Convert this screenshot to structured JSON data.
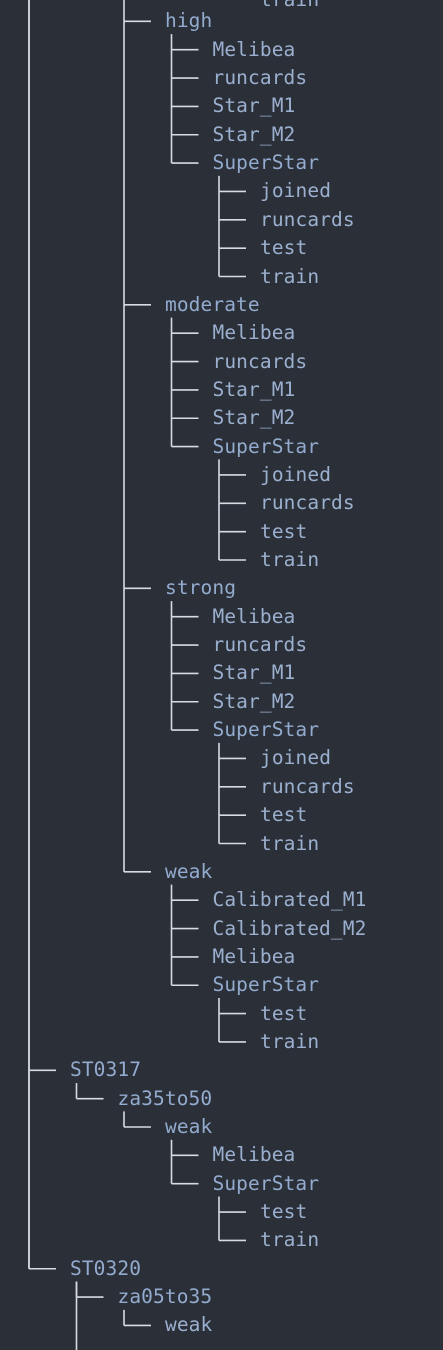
{
  "theme": {
    "background": "#2b2f38",
    "line_color": "#d7dbe2",
    "text_color": "#9bb0cf"
  },
  "tree": {
    "nodes": [
      {
        "label": "train",
        "depth": 5,
        "clipped": true
      },
      {
        "label": "high",
        "depth": 3
      },
      {
        "label": "Melibea",
        "depth": 4
      },
      {
        "label": "runcards",
        "depth": 4
      },
      {
        "label": "Star_M1",
        "depth": 4
      },
      {
        "label": "Star_M2",
        "depth": 4
      },
      {
        "label": "SuperStar",
        "depth": 4,
        "last": true
      },
      {
        "label": "joined",
        "depth": 5
      },
      {
        "label": "runcards",
        "depth": 5
      },
      {
        "label": "test",
        "depth": 5
      },
      {
        "label": "train",
        "depth": 5,
        "last": true
      },
      {
        "label": "moderate",
        "depth": 3
      },
      {
        "label": "Melibea",
        "depth": 4
      },
      {
        "label": "runcards",
        "depth": 4
      },
      {
        "label": "Star_M1",
        "depth": 4
      },
      {
        "label": "Star_M2",
        "depth": 4
      },
      {
        "label": "SuperStar",
        "depth": 4,
        "last": true
      },
      {
        "label": "joined",
        "depth": 5
      },
      {
        "label": "runcards",
        "depth": 5
      },
      {
        "label": "test",
        "depth": 5
      },
      {
        "label": "train",
        "depth": 5,
        "last": true
      },
      {
        "label": "strong",
        "depth": 3
      },
      {
        "label": "Melibea",
        "depth": 4
      },
      {
        "label": "runcards",
        "depth": 4
      },
      {
        "label": "Star_M1",
        "depth": 4
      },
      {
        "label": "Star_M2",
        "depth": 4
      },
      {
        "label": "SuperStar",
        "depth": 4,
        "last": true
      },
      {
        "label": "joined",
        "depth": 5
      },
      {
        "label": "runcards",
        "depth": 5
      },
      {
        "label": "test",
        "depth": 5
      },
      {
        "label": "train",
        "depth": 5,
        "last": true
      },
      {
        "label": "weak",
        "depth": 3,
        "last": true
      },
      {
        "label": "Calibrated_M1",
        "depth": 4
      },
      {
        "label": "Calibrated_M2",
        "depth": 4
      },
      {
        "label": "Melibea",
        "depth": 4
      },
      {
        "label": "SuperStar",
        "depth": 4,
        "last": true
      },
      {
        "label": "test",
        "depth": 5
      },
      {
        "label": "train",
        "depth": 5,
        "last": true
      },
      {
        "label": "ST0317",
        "depth": 1
      },
      {
        "label": "za35to50",
        "depth": 2,
        "last": true
      },
      {
        "label": "weak",
        "depth": 3,
        "last": true
      },
      {
        "label": "Melibea",
        "depth": 4
      },
      {
        "label": "SuperStar",
        "depth": 4,
        "last": true
      },
      {
        "label": "test",
        "depth": 5
      },
      {
        "label": "train",
        "depth": 5,
        "last": true
      },
      {
        "label": "ST0320",
        "depth": 1,
        "last": true
      },
      {
        "label": "za05to35",
        "depth": 2
      },
      {
        "label": "weak",
        "depth": 3,
        "last": true
      }
    ]
  }
}
